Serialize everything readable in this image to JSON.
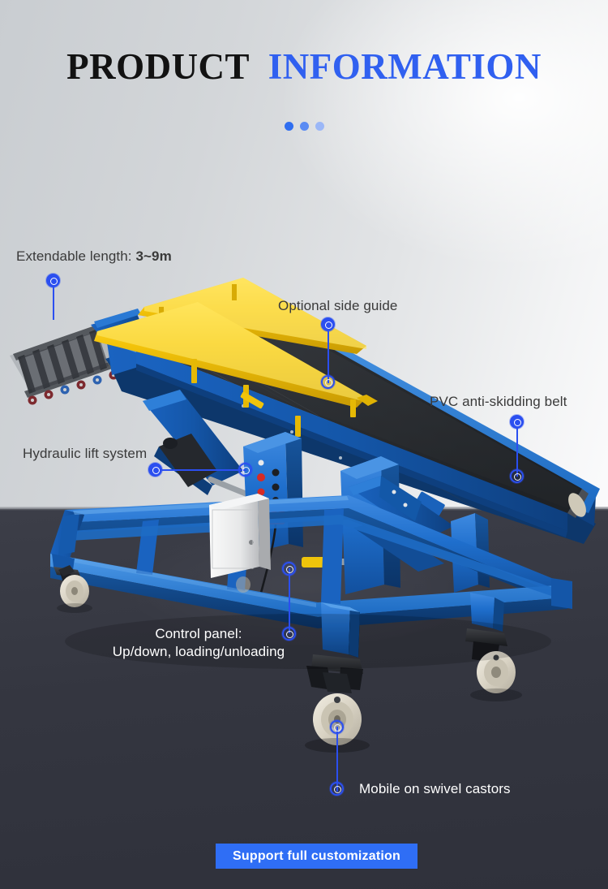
{
  "header": {
    "title_part1": "PRODUCT",
    "title_part2": "INFORMATION",
    "dot_count": 3
  },
  "colors": {
    "accent_blue": "#2b4ff0",
    "title_blue": "#3060f0",
    "cta_blue": "#2f6ef5",
    "bg_light": "#d2d5d8",
    "bg_dark": "#343640",
    "machine_blue": "#1a63c6",
    "guide_yellow": "#f2c203",
    "belt_dark": "#2c2f33"
  },
  "callouts": [
    {
      "id": "extendable-length",
      "text": "Extendable length: 3~9m",
      "bold_suffix": "3~9m",
      "theme": "light"
    },
    {
      "id": "optional-side-guide",
      "text": "Optional side guide",
      "theme": "light"
    },
    {
      "id": "pvc-belt",
      "text": "PVC anti-skidding belt",
      "theme": "light"
    },
    {
      "id": "hydraulic-lift",
      "text": "Hydraulic lift system",
      "theme": "light"
    },
    {
      "id": "control-panel",
      "line1": "Control panel:",
      "line2": "Up/down, loading/unloading",
      "theme": "dark"
    },
    {
      "id": "swivel-castors",
      "text": "Mobile on swivel castors",
      "theme": "dark"
    }
  ],
  "cta": {
    "label": "Support full customization"
  },
  "product": {
    "name": "Telescopic belt conveyor",
    "alt": "Blue mobile telescopic belt conveyor with yellow side guides, dark PVC belt, white control cabinet and swivel castors"
  }
}
